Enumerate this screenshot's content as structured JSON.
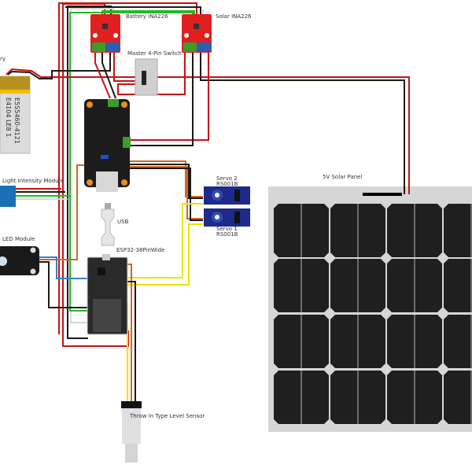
{
  "labels": {
    "battery": "ry",
    "battery_ina": "Battery INA226",
    "solar_ina": "Solar INA226",
    "switch": "Master 4-Pin Switch",
    "light_module": "Light Intensity Module",
    "led_module": "LED Module",
    "usb": "USB",
    "esp32": "ESP32-38PinWide",
    "servo2_name": "Servo 2",
    "servo2_model": "RS001B",
    "servo1_name": "Servo 1",
    "servo1_model": "RS001B",
    "level_sensor": "Throw in Type Level Sensor",
    "solar_panel": "5V Solar Panel",
    "battery_print1": "E5S5460-4121",
    "battery_print2": "E4104 LE8 1"
  },
  "colors": {
    "wire_red": "#cc1010",
    "wire_black": "#1a1a1a",
    "wire_green": "#22bb22",
    "wire_orange": "#d9661a",
    "wire_yellow": "#f2e000",
    "wire_blue": "#3a7fd0",
    "wire_white": "#d8d8d8",
    "ina_board": "#e02020",
    "servo": "#1c2a8c",
    "panel_frame": "#d6d6d6",
    "panel_cell": "#1f1f1f"
  }
}
